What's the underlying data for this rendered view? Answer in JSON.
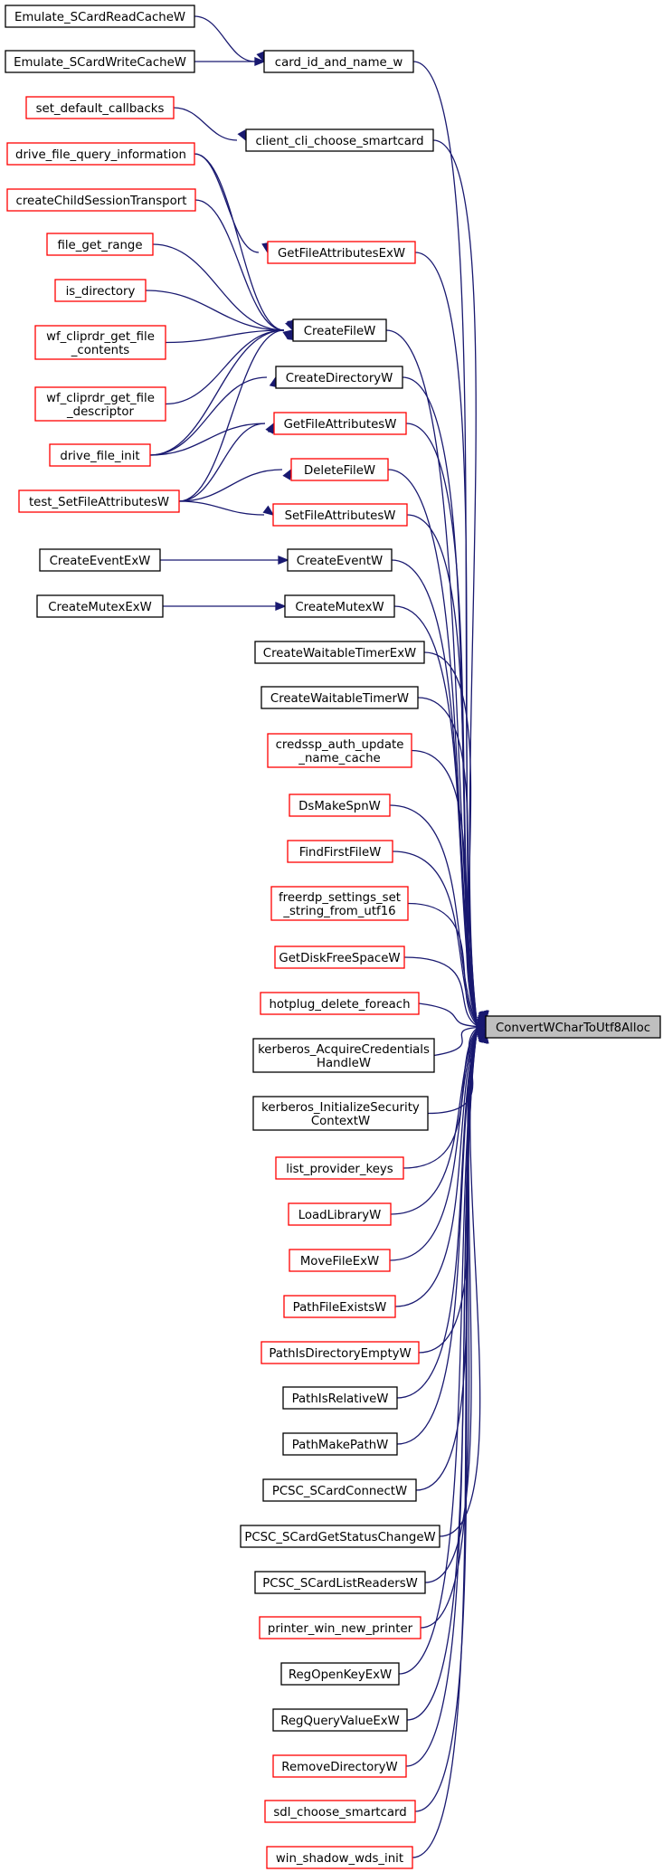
{
  "colors": {
    "edge": "#191970",
    "normal_border": "#000000",
    "link_border": "#ff0000",
    "target_fill": "#bfbfbf"
  },
  "target": "ConvertWCharToUtf8Alloc",
  "nodes": {
    "n_emu_read": {
      "lines": [
        "Emulate_SCardReadCacheW"
      ],
      "style": "black"
    },
    "n_emu_write": {
      "lines": [
        "Emulate_SCardWriteCacheW"
      ],
      "style": "black"
    },
    "n_card_id": {
      "lines": [
        "card_id_and_name_w"
      ],
      "style": "black"
    },
    "n_set_default": {
      "lines": [
        "set_default_callbacks"
      ],
      "style": "red"
    },
    "n_client_cli": {
      "lines": [
        "client_cli_choose_smartcard"
      ],
      "style": "black"
    },
    "n_drive_query": {
      "lines": [
        "drive_file_query_information"
      ],
      "style": "red"
    },
    "n_create_child": {
      "lines": [
        "createChildSessionTransport"
      ],
      "style": "red"
    },
    "n_file_range": {
      "lines": [
        "file_get_range"
      ],
      "style": "red"
    },
    "n_is_dir": {
      "lines": [
        "is_directory"
      ],
      "style": "red"
    },
    "n_wf_contents": {
      "lines": [
        "wf_cliprdr_get_file",
        "_contents"
      ],
      "style": "red"
    },
    "n_wf_desc": {
      "lines": [
        "wf_cliprdr_get_file",
        "_descriptor"
      ],
      "style": "red"
    },
    "n_drive_init": {
      "lines": [
        "drive_file_init"
      ],
      "style": "red"
    },
    "n_test_set": {
      "lines": [
        "test_SetFileAttributesW"
      ],
      "style": "red"
    },
    "n_getattr_ex": {
      "lines": [
        "GetFileAttributesExW"
      ],
      "style": "red"
    },
    "n_createfile": {
      "lines": [
        "CreateFileW"
      ],
      "style": "black"
    },
    "n_createdir": {
      "lines": [
        "CreateDirectoryW"
      ],
      "style": "black"
    },
    "n_getattr": {
      "lines": [
        "GetFileAttributesW"
      ],
      "style": "red"
    },
    "n_deletefile": {
      "lines": [
        "DeleteFileW"
      ],
      "style": "red"
    },
    "n_setattr": {
      "lines": [
        "SetFileAttributesW"
      ],
      "style": "red"
    },
    "n_event_ex": {
      "lines": [
        "CreateEventExW"
      ],
      "style": "black"
    },
    "n_event": {
      "lines": [
        "CreateEventW"
      ],
      "style": "black"
    },
    "n_mutex_ex": {
      "lines": [
        "CreateMutexExW"
      ],
      "style": "black"
    },
    "n_mutex": {
      "lines": [
        "CreateMutexW"
      ],
      "style": "black"
    },
    "n_timer_ex": {
      "lines": [
        "CreateWaitableTimerExW"
      ],
      "style": "black"
    },
    "n_timer": {
      "lines": [
        "CreateWaitableTimerW"
      ],
      "style": "black"
    },
    "n_credssp": {
      "lines": [
        "credssp_auth_update",
        "_name_cache"
      ],
      "style": "red"
    },
    "n_dsmake": {
      "lines": [
        "DsMakeSpnW"
      ],
      "style": "red"
    },
    "n_findfirst": {
      "lines": [
        "FindFirstFileW"
      ],
      "style": "red"
    },
    "n_freerdp": {
      "lines": [
        "freerdp_settings_set",
        "_string_from_utf16"
      ],
      "style": "red"
    },
    "n_diskfree": {
      "lines": [
        "GetDiskFreeSpaceW"
      ],
      "style": "red"
    },
    "n_hotplug": {
      "lines": [
        "hotplug_delete_foreach"
      ],
      "style": "red"
    },
    "n_target": {
      "lines": [
        "ConvertWCharToUtf8Alloc"
      ],
      "style": "target"
    },
    "n_kerb_acq": {
      "lines": [
        "kerberos_AcquireCredentials",
        "HandleW"
      ],
      "style": "black"
    },
    "n_kerb_init": {
      "lines": [
        "kerberos_InitializeSecurity",
        "ContextW"
      ],
      "style": "black"
    },
    "n_list_prov": {
      "lines": [
        "list_provider_keys"
      ],
      "style": "red"
    },
    "n_loadlib": {
      "lines": [
        "LoadLibraryW"
      ],
      "style": "red"
    },
    "n_movefile": {
      "lines": [
        "MoveFileExW"
      ],
      "style": "red"
    },
    "n_pathexists": {
      "lines": [
        "PathFileExistsW"
      ],
      "style": "red"
    },
    "n_pathempty": {
      "lines": [
        "PathIsDirectoryEmptyW"
      ],
      "style": "red"
    },
    "n_pathrel": {
      "lines": [
        "PathIsRelativeW"
      ],
      "style": "black"
    },
    "n_pathmake": {
      "lines": [
        "PathMakePathW"
      ],
      "style": "black"
    },
    "n_pcsc_conn": {
      "lines": [
        "PCSC_SCardConnectW"
      ],
      "style": "black"
    },
    "n_pcsc_status": {
      "lines": [
        "PCSC_SCardGetStatusChangeW"
      ],
      "style": "black"
    },
    "n_pcsc_list": {
      "lines": [
        "PCSC_SCardListReadersW"
      ],
      "style": "black"
    },
    "n_printer": {
      "lines": [
        "printer_win_new_printer"
      ],
      "style": "red"
    },
    "n_regopen": {
      "lines": [
        "RegOpenKeyExW"
      ],
      "style": "black"
    },
    "n_regquery": {
      "lines": [
        "RegQueryValueExW"
      ],
      "style": "black"
    },
    "n_removedir": {
      "lines": [
        "RemoveDirectoryW"
      ],
      "style": "red"
    },
    "n_sdl": {
      "lines": [
        "sdl_choose_smartcard"
      ],
      "style": "red"
    },
    "n_winshadow": {
      "lines": [
        "win_shadow_wds_init"
      ],
      "style": "red"
    }
  }
}
